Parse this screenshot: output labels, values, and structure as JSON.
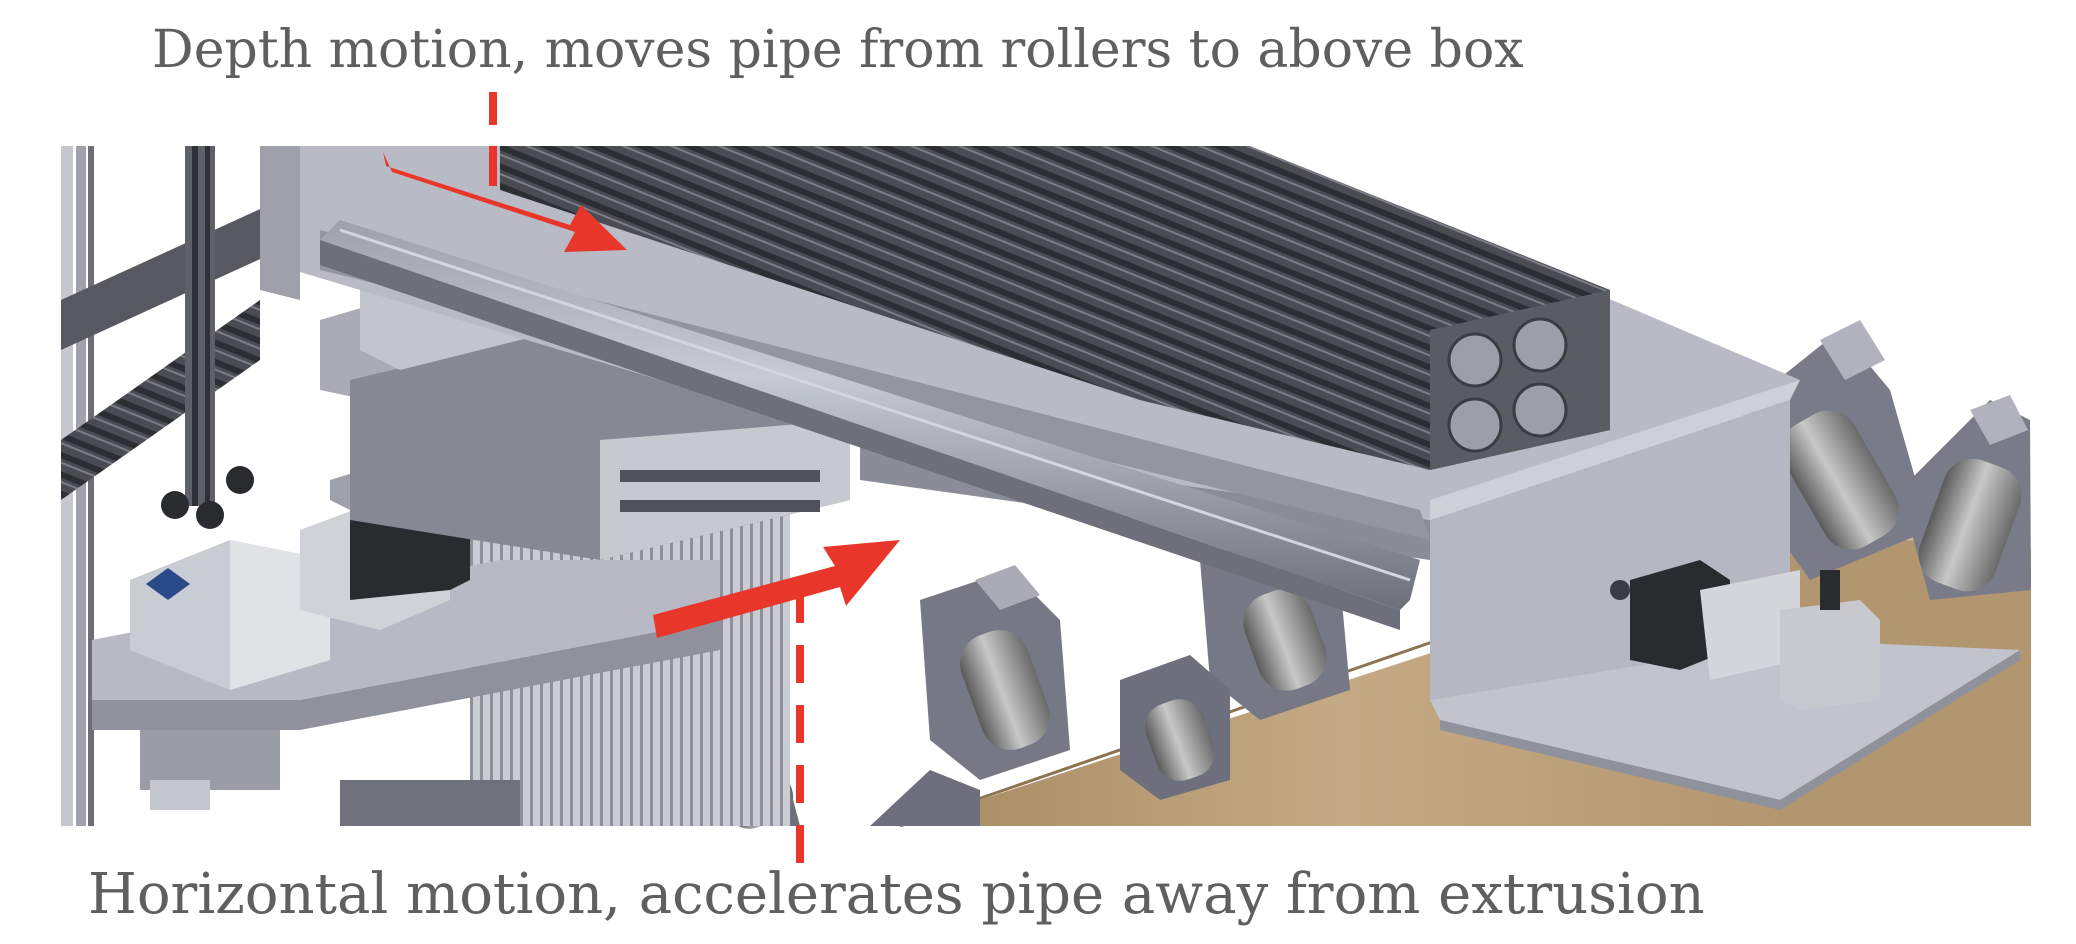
{
  "captions": {
    "top": "Depth motion, moves pipe from rollers to above box",
    "bottom": "Horizontal motion, accelerates pipe away from extrusion"
  },
  "colors": {
    "arrow": "#e8372a",
    "caption_text": "#5f5f5f",
    "steel_light": "#b5b8c4",
    "steel_mid": "#8b8e9a",
    "steel_dark": "#5d606b",
    "extrusion_dark": "#3a3c43",
    "motor_black": "#2a2b2f",
    "wood": "#b89d78",
    "roller": "#8f8f8f"
  },
  "icons": {
    "depth_arrow": "arrow-right-down",
    "horizontal_arrow": "arrow-right-up",
    "logo": "diamond-logo"
  }
}
